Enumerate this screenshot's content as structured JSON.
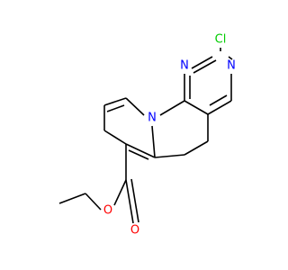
{
  "molecule": {
    "atoms": [
      {
        "id": "cl",
        "label": "Cl",
        "color": "#00cc00"
      },
      {
        "id": "n1",
        "label": "N",
        "color": "#0000ff"
      },
      {
        "id": "n2",
        "label": "N",
        "color": "#0000ff"
      },
      {
        "id": "n3",
        "label": "N",
        "color": "#0000ff"
      },
      {
        "id": "o1",
        "label": "O",
        "color": "#ff0000"
      },
      {
        "id": "o2",
        "label": "O",
        "color": "#ff0000"
      }
    ]
  }
}
